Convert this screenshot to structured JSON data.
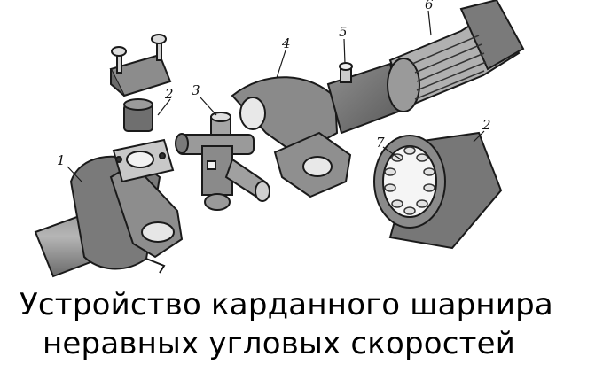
{
  "labels": {
    "p1": "1",
    "p2a": "2",
    "p2b": "2",
    "p3": "3",
    "p4": "4",
    "p5": "5",
    "p6": "6",
    "p7": "7"
  },
  "caption": {
    "line1": "Устройство карданного шарнира",
    "line2": "неравных угловых скоростей"
  },
  "colors": {
    "outline": "#1a1a1a",
    "dark": "#6e6e6e",
    "mid": "#9c9c9c",
    "light": "#cfcfcf",
    "shade": "#555555"
  }
}
